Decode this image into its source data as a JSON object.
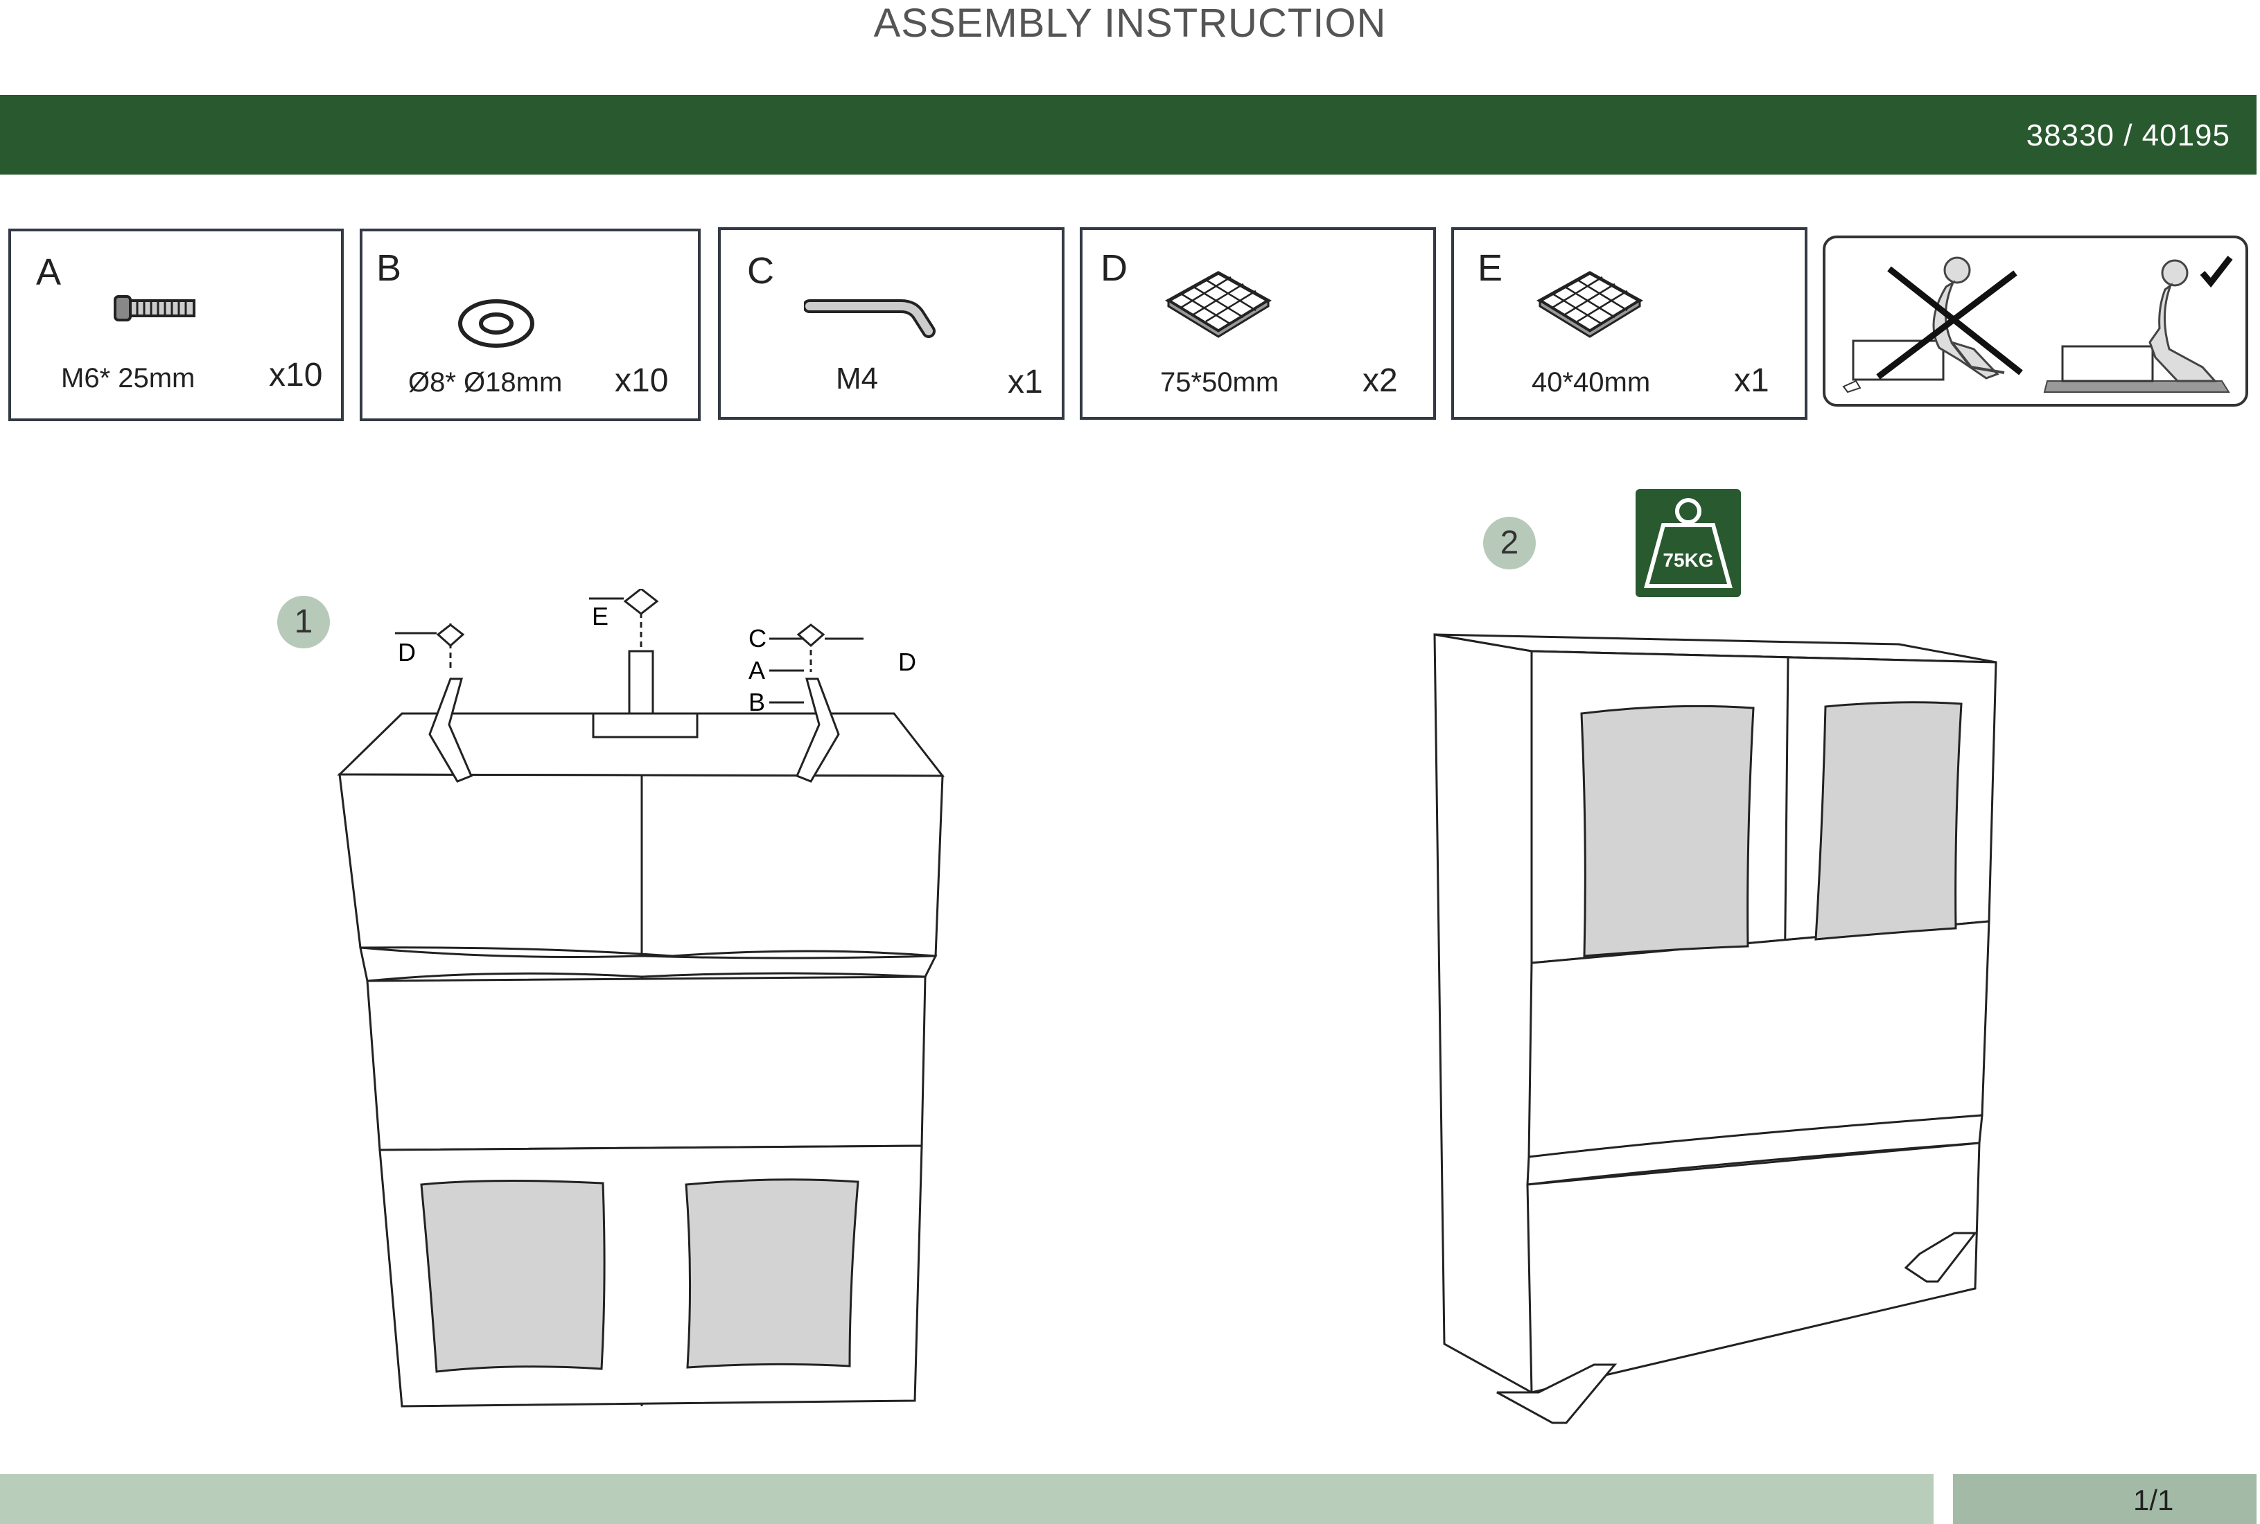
{
  "header": {
    "title": "ASSEMBLY INSTRUCTION",
    "code": "38330 / 40195"
  },
  "parts": [
    {
      "letter": "A",
      "dimension": "M6* 25mm",
      "quantity": "x10",
      "icon": "bolt-icon"
    },
    {
      "letter": "B",
      "dimension": "Ø8* Ø18mm",
      "quantity": "x10",
      "icon": "washer-icon"
    },
    {
      "letter": "C",
      "dimension": "M4",
      "quantity": "x1",
      "icon": "allen-key-icon"
    },
    {
      "letter": "D",
      "dimension": "75*50mm",
      "quantity": "x2",
      "icon": "mounting-plate-icon"
    },
    {
      "letter": "E",
      "dimension": "40*40mm",
      "quantity": "x1",
      "icon": "mounting-plate-icon"
    }
  ],
  "steps": [
    {
      "number": "1",
      "callouts": {
        "left": "D",
        "center": "E",
        "c": "C",
        "a": "A",
        "b": "B",
        "right": "D"
      }
    },
    {
      "number": "2",
      "weight": "75KG"
    }
  ],
  "colors": {
    "brand_green": "#29592f",
    "footer_light": "#b8cebb",
    "footer_dark": "#a3bba6",
    "glass": "#d3d3d3"
  },
  "footer": {
    "page": "1/1"
  }
}
